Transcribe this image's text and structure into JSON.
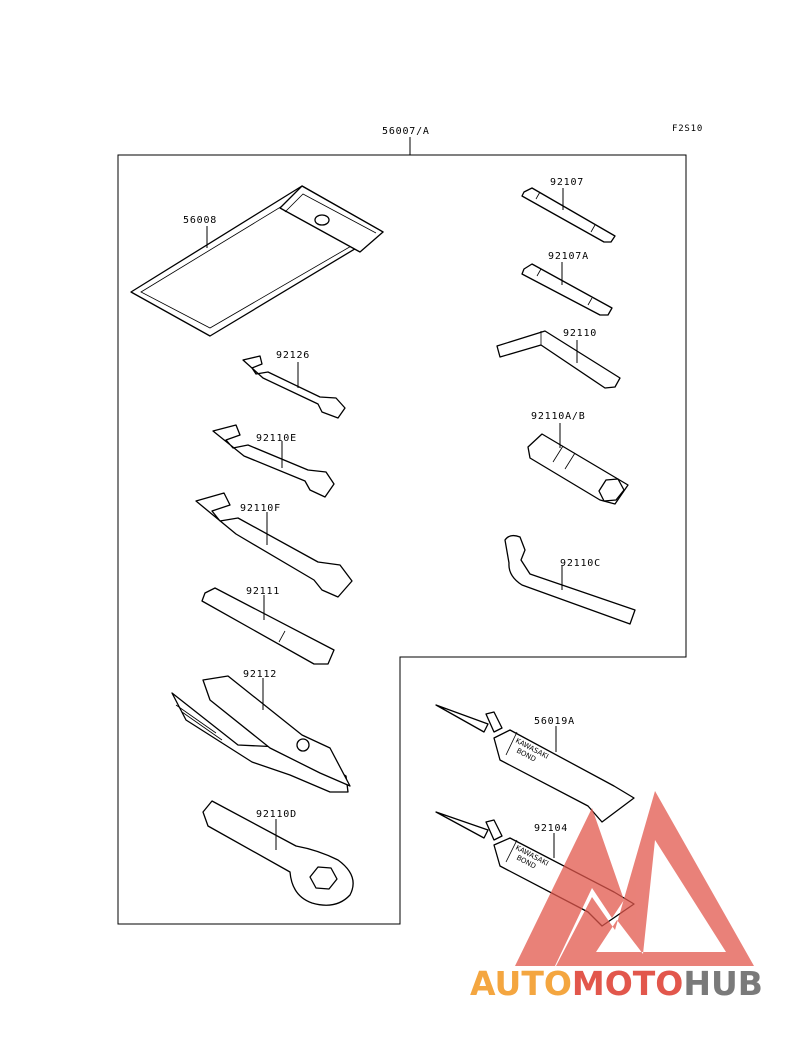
{
  "diagram": {
    "figure_code": "F2S10",
    "kit_label": "56007/A",
    "parts": {
      "tool_bag": "56008",
      "screwdriver_bit": "92107",
      "screwdriver_bit_a": "92107A",
      "hex_key": "92110",
      "socket_wrench": "92110A/B",
      "spanner_wrench": "92110C",
      "wrench_small": "92126",
      "wrench_medium": "92110E",
      "wrench_large": "92110F",
      "handle_bar": "92111",
      "pliers": "92112",
      "ring_wrench": "92110D",
      "bond_tube_a": "56019A",
      "bond_tube_b": "92104"
    },
    "tube_print_line1": "KAWASAKI",
    "tube_print_line2": "BOND"
  },
  "watermark": {
    "part1": "AUTO",
    "part2": "MOTO",
    "part3": "HUB",
    "color_orange": "#F4A640",
    "color_red": "#E2574C",
    "color_gray": "#7A7A7A"
  }
}
